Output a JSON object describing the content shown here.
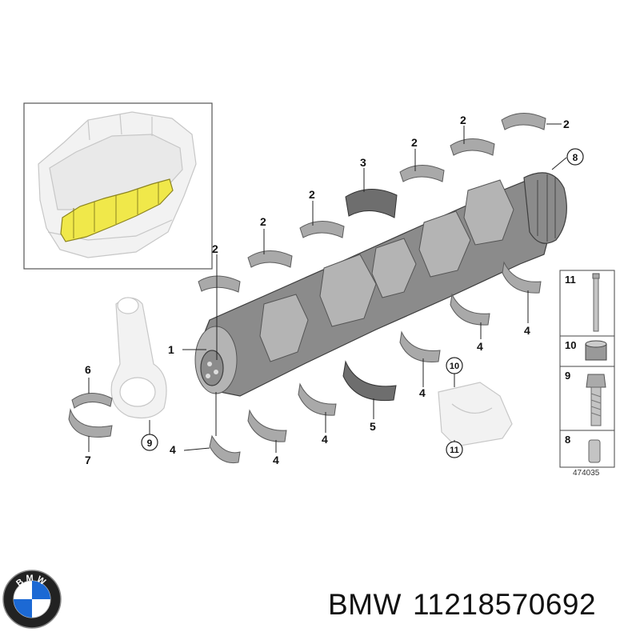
{
  "callouts": [
    {
      "id": "c1",
      "label": "1"
    },
    {
      "id": "c2a",
      "label": "2"
    },
    {
      "id": "c2b",
      "label": "2"
    },
    {
      "id": "c2c",
      "label": "2"
    },
    {
      "id": "c2d",
      "label": "2"
    },
    {
      "id": "c2e",
      "label": "2"
    },
    {
      "id": "c2f",
      "label": "2"
    },
    {
      "id": "c3",
      "label": "3"
    },
    {
      "id": "c4a",
      "label": "4"
    },
    {
      "id": "c4b",
      "label": "4"
    },
    {
      "id": "c4c",
      "label": "4"
    },
    {
      "id": "c4d",
      "label": "4"
    },
    {
      "id": "c4e",
      "label": "4"
    },
    {
      "id": "c4f",
      "label": "4"
    },
    {
      "id": "c5",
      "label": "5"
    },
    {
      "id": "c6",
      "label": "6"
    },
    {
      "id": "c7",
      "label": "7"
    },
    {
      "id": "c8",
      "label": "8"
    },
    {
      "id": "c9",
      "label": "9"
    },
    {
      "id": "c10",
      "label": "10"
    },
    {
      "id": "c11",
      "label": "11"
    }
  ],
  "legend": {
    "items": [
      "11",
      "10",
      "9",
      "8"
    ],
    "diagram_number": "474035"
  },
  "brand": {
    "logo_letters": "BMW",
    "name": "BMW",
    "part_number": "11218570692"
  },
  "colors": {
    "bearing": "#a9a9a9",
    "crankshaft": "#8b8b8b",
    "highlight": "#f0e84a",
    "logo_blue": "#1c69d4"
  }
}
